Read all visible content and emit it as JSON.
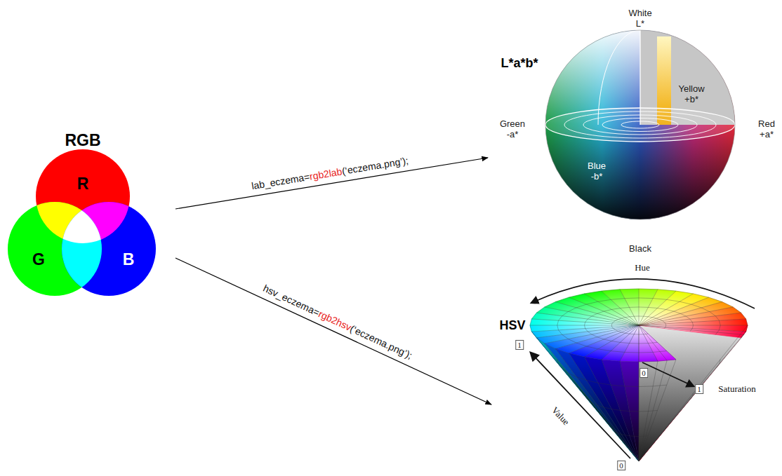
{
  "diagram": {
    "nodes": [
      {
        "text": [
          "RGB"
        ]
      },
      {
        "text": [
          "R"
        ],
        "in": 0
      },
      {
        "text": [
          "G"
        ],
        "in": 0
      },
      {
        "text": [
          "B"
        ],
        "in": 0
      },
      {
        "text": [
          "L*a*b*",
          "White L*",
          "Yellow +b*",
          "Green -a*",
          "Red +a*",
          "Blue -b*",
          "Black"
        ]
      },
      {
        "text": [
          "HSV",
          "Hue",
          "Saturation",
          "Value",
          "1",
          "0",
          "1",
          "0"
        ]
      }
    ],
    "edges": [
      {
        "from": 0,
        "to": 4,
        "arrow": "to",
        "label": "lab_eczema=rgb2lab(‘eczema.png’);"
      },
      {
        "from": 0,
        "to": 5,
        "arrow": "to",
        "label": "hsv_eczema=rgb2hsv(‘eczema.png’);"
      }
    ]
  }
}
